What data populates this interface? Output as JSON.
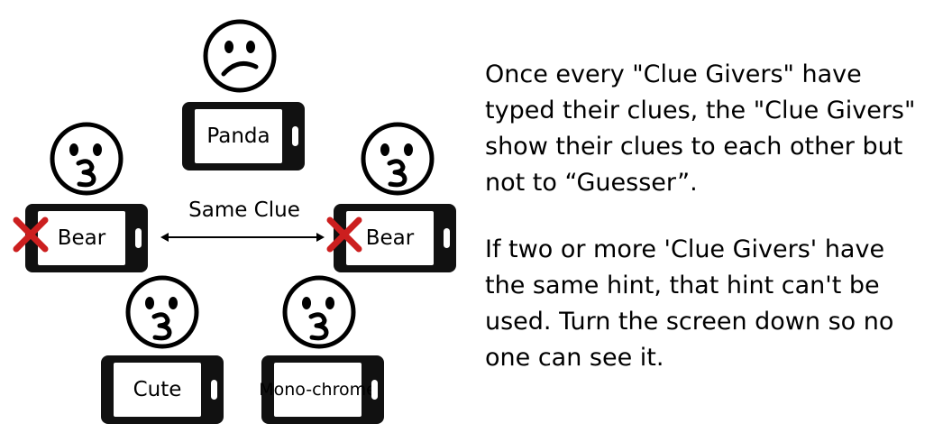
{
  "players": [
    {
      "id": "guesser",
      "role": "Guesser",
      "expression": "frown",
      "word": "Panda",
      "eliminated": false
    },
    {
      "id": "left",
      "role": "Clue Giver",
      "expression": "kiss",
      "word": "Bear",
      "eliminated": true
    },
    {
      "id": "right",
      "role": "Clue Giver",
      "expression": "kiss",
      "word": "Bear",
      "eliminated": true
    },
    {
      "id": "bottom-left",
      "role": "Clue Giver",
      "expression": "kiss",
      "word": "Cute",
      "eliminated": false
    },
    {
      "id": "bottom-right",
      "role": "Clue Giver",
      "expression": "kiss",
      "word_line1": "Mono-",
      "word_line2": "chrome",
      "eliminated": false
    }
  ],
  "same_clue_label": "Same Clue",
  "instructions": {
    "paragraph1_lines": [
      "Once every \"Clue Givers\" have",
      "typed their clues, the \"Clue Givers\"",
      "show their clues to each other but",
      "not to “Guesser”."
    ],
    "paragraph2_lines": [
      "If two or more 'Clue Givers' have",
      "the same hint, that hint can't be",
      "used. Turn the screen down so no",
      "one can see it."
    ]
  },
  "colors": {
    "cross": "#cc1f1f",
    "ink": "#000000",
    "phone": "#111111"
  },
  "icons": [
    "frown-face-icon",
    "kiss-face-icon",
    "smartphone-icon",
    "red-x-icon",
    "double-arrow-icon"
  ]
}
